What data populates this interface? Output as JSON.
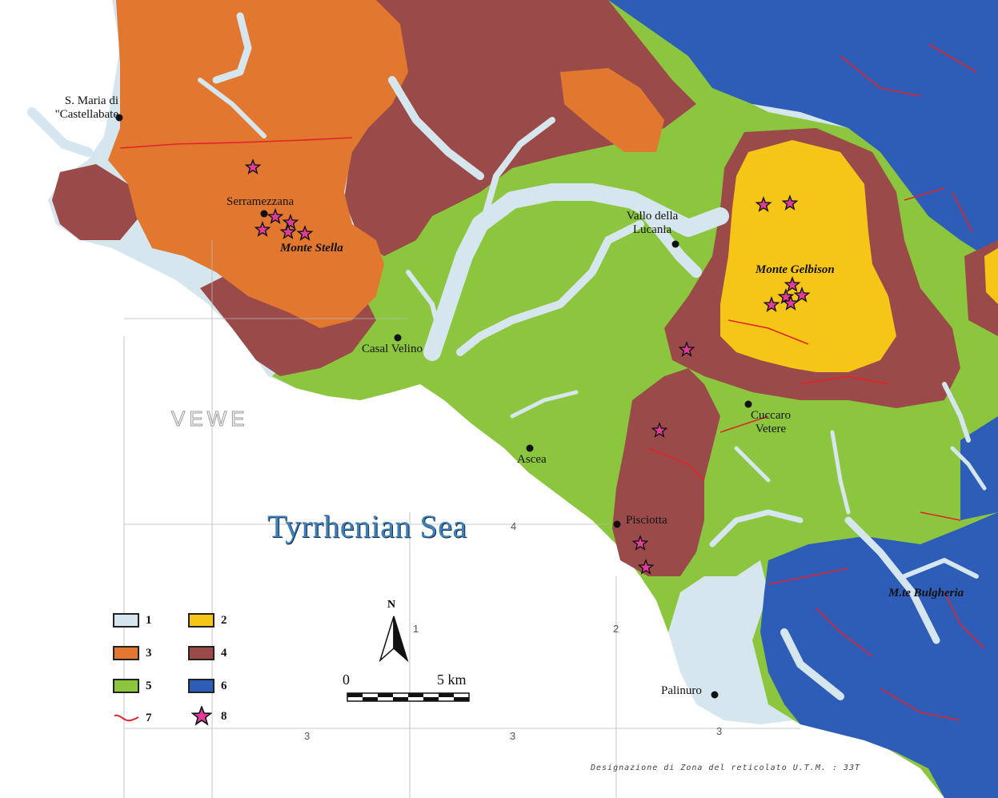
{
  "colors": {
    "unit_1": "#d6e6ee",
    "unit_2": "#f5c518",
    "unit_3": "#e2772f",
    "unit_4": "#9b4a4a",
    "unit_5": "#8cc63f",
    "unit_6": "#2e5db8",
    "unit_7": "#e0242a",
    "unit_8": "#e23c9a"
  },
  "places": {
    "s_maria": "S. Maria di \"Castellabate",
    "serramezzana": "Serramezzana",
    "vallo": "Vallo della Lucania",
    "casal_velino": "Casal Velino",
    "cuccaro": "Cuccaro Vetere",
    "ascea": "Ascea",
    "pisciotta": "Pisciotta",
    "palinuro": "Palinuro"
  },
  "peaks": {
    "monte_stella": "Monte Stella",
    "monte_gelbison": "Monte Gelbison",
    "bulgheria": "M.te Bulgheria"
  },
  "sea_label": "Tyrrhenian Sea",
  "stamp_label": "VEWE",
  "utm_note": "Designazione di Zona del reticolato U.T.M. : 33T",
  "grid_numbers": [
    "1",
    "2",
    "3",
    "3",
    "3",
    "4"
  ],
  "north_label": "N",
  "scale": {
    "start": "0",
    "end": "5 km"
  },
  "legend": [
    {
      "id": "1",
      "label": "1",
      "type": "box",
      "color_key": "unit_1"
    },
    {
      "id": "2",
      "label": "2",
      "type": "box",
      "color_key": "unit_2"
    },
    {
      "id": "3",
      "label": "3",
      "type": "box",
      "color_key": "unit_3"
    },
    {
      "id": "4",
      "label": "4",
      "type": "box",
      "color_key": "unit_4"
    },
    {
      "id": "5",
      "label": "5",
      "type": "box",
      "color_key": "unit_5"
    },
    {
      "id": "6",
      "label": "6",
      "type": "box",
      "color_key": "unit_6"
    },
    {
      "id": "7",
      "label": "7",
      "type": "fault-line",
      "color_key": "unit_7"
    },
    {
      "id": "8",
      "label": "8",
      "type": "star",
      "color_key": "unit_8"
    }
  ]
}
